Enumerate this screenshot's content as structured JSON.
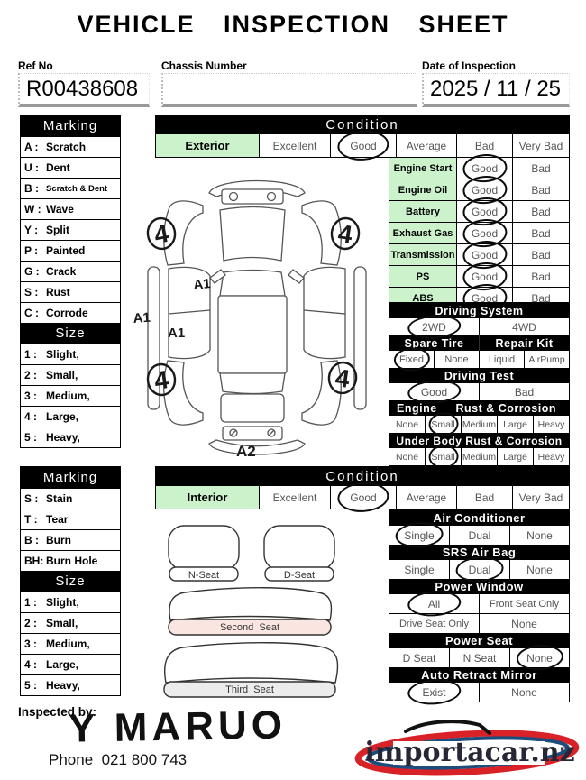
{
  "title": "VEHICLE INSPECTION SHEET",
  "fields": {
    "ref_no_label": "Ref No",
    "ref_no_value": "R00438608",
    "chassis_label": "Chassis Number",
    "chassis_value": "",
    "date_label": "Date of Inspection",
    "date_value": "2025 / 11 / 25"
  },
  "colors": {
    "accent_green": "#ccf2cc",
    "seat_pink": "#fbe5e1",
    "seat_gray": "#ececec",
    "logo_red": "#d92128",
    "logo_blue": "#1d4d7c"
  },
  "exterior_legend": {
    "marking_title": "Marking",
    "markings": [
      {
        "code": "A :",
        "label": "Scratch"
      },
      {
        "code": "U :",
        "label": "Dent"
      },
      {
        "code": "B :",
        "label": "Scratch & Dent"
      },
      {
        "code": "W :",
        "label": "Wave"
      },
      {
        "code": "Y :",
        "label": "Split"
      },
      {
        "code": "P :",
        "label": "Painted"
      },
      {
        "code": "G :",
        "label": "Crack"
      },
      {
        "code": "S :",
        "label": "Rust"
      },
      {
        "code": "C :",
        "label": "Corrode"
      }
    ],
    "size_title": "Size",
    "sizes": [
      {
        "code": "1 :",
        "label": "Slight,"
      },
      {
        "code": "2 :",
        "label": "Small,"
      },
      {
        "code": "3 :",
        "label": "Medium,"
      },
      {
        "code": "4 :",
        "label": "Large,"
      },
      {
        "code": "5 :",
        "label": "Heavy,"
      }
    ]
  },
  "interior_legend": {
    "marking_title": "Marking",
    "markings": [
      {
        "code": "S :",
        "label": "Stain"
      },
      {
        "code": "T :",
        "label": "Tear"
      },
      {
        "code": "B :",
        "label": "Burn"
      },
      {
        "code": "BH:",
        "label": "Burn Hole"
      }
    ],
    "size_title": "Size",
    "sizes": [
      {
        "code": "1 :",
        "label": "Slight,"
      },
      {
        "code": "2 :",
        "label": "Small,"
      },
      {
        "code": "3 :",
        "label": "Medium,"
      },
      {
        "code": "4 :",
        "label": "Large,"
      },
      {
        "code": "5 :",
        "label": "Heavy,"
      }
    ]
  },
  "exterior_condition": {
    "title": "Condition",
    "row_label": "Exterior",
    "options": [
      "Excellent",
      "Good",
      "Average",
      "Bad",
      "Very Bad"
    ],
    "selected": "Good",
    "checks": [
      {
        "label": "Engine Start",
        "good": "Good",
        "bad": "Bad",
        "selected": "Good"
      },
      {
        "label": "Engine Oil",
        "good": "Good",
        "bad": "Bad",
        "selected": "Good"
      },
      {
        "label": "Battery",
        "good": "Good",
        "bad": "Bad",
        "selected": "Good"
      },
      {
        "label": "Exhaust Gas",
        "good": "Good",
        "bad": "Bad",
        "selected": "Good"
      },
      {
        "label": "Transmission",
        "good": "Good",
        "bad": "Bad",
        "selected": "Good"
      },
      {
        "label": "PS",
        "good": "Good",
        "bad": "Bad",
        "selected": "Good"
      },
      {
        "label": "ABS",
        "good": "Good",
        "bad": "Bad",
        "selected": "Good"
      }
    ],
    "driving_system": {
      "title": "Driving System",
      "opt1": "2WD",
      "opt2": "4WD",
      "selected": "2WD"
    },
    "spare_tire": {
      "title": "Spare Tire",
      "opt1": "Fixed",
      "opt2": "None",
      "selected": "Fixed"
    },
    "repair_kit": {
      "title": "Repair Kit",
      "opt1": "Liquid",
      "opt2": "AirPump",
      "selected": ""
    },
    "driving_test": {
      "title": "Driving Test",
      "opt1": "Good",
      "opt2": "Bad",
      "selected": "Good"
    },
    "engine_rust": {
      "title_left": "Engine",
      "title_right": "Rust & Corrosion",
      "options": [
        "None",
        "Small",
        "Medium",
        "Large",
        "Heavy"
      ],
      "selected": "Small"
    },
    "underbody_rust": {
      "title": "Under Body Rust & Corrosion",
      "options": [
        "None",
        "Small",
        "Medium",
        "Large",
        "Heavy"
      ],
      "selected": "Small"
    }
  },
  "interior_condition": {
    "title": "Condition",
    "row_label": "Interior",
    "options": [
      "Excellent",
      "Good",
      "Average",
      "Bad",
      "Very Bad"
    ],
    "selected": "Good",
    "air_conditioner": {
      "title": "Air Conditioner",
      "options": [
        "Single",
        "Dual",
        "None"
      ],
      "selected": "Single"
    },
    "srs_air_bag": {
      "title": "SRS Air Bag",
      "options": [
        "Single",
        "Dual",
        "None"
      ],
      "selected": "Dual"
    },
    "power_window": {
      "title": "Power Window",
      "r1c1": "All",
      "r1c2": "Front Seat Only",
      "r2c1": "Drive Seat Only",
      "r2c2": "None",
      "selected": "All"
    },
    "power_seat": {
      "title": "Power Seat",
      "options": [
        "D Seat",
        "N Seat",
        "None"
      ],
      "selected": "None"
    },
    "auto_retract_mirror": {
      "title": "Auto Retract Mirror",
      "opt1": "Exist",
      "opt2": "None",
      "selected": "Exist"
    }
  },
  "car_diagram": {
    "wheel_mark": "4",
    "damage_labels": [
      "A1",
      "A1",
      "A1",
      "A2"
    ]
  },
  "seat_diagram": {
    "n_seat": "N-Seat",
    "d_seat": "D-Seat",
    "second_seat": "Second  Seat",
    "third_seat": "Third  Seat"
  },
  "footer": {
    "inspected_by": "Inspected by:",
    "signature": "Y MARUO",
    "phone": "Phone  021 800 743",
    "logo_text": "importacar.nz"
  }
}
